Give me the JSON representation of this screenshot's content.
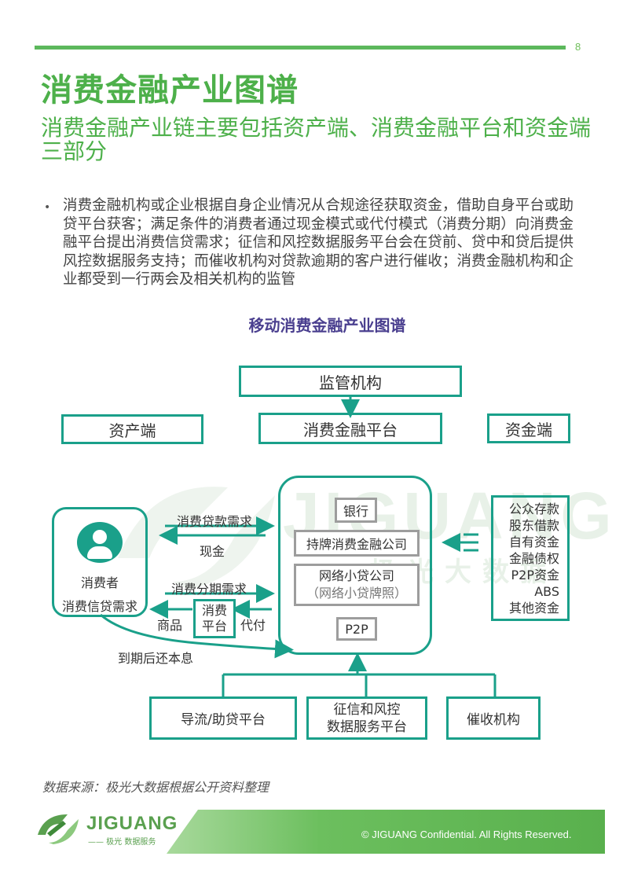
{
  "page_number": "8",
  "title": "消费金融产业图谱",
  "subtitle": "消费金融产业链主要包括资产端、消费金融平台和资金端三部分",
  "bullet": "消费金融机构或企业根据自身企业情况从合规途径获取资金，借助自身平台或助贷平台获客；满足条件的消费者通过现金模式或代付模式（消费分期）向消费金融平台提出消费信贷需求；征信和风控数据服务平台会在贷前、贷中和贷后提供风控数据服务支持；而催收机构对贷款逾期的客户进行催收；消费金融机构和企业都受到一行两会及相关机构的监管",
  "diagram": {
    "title": "移动消费金融产业图谱",
    "regulator": "监管机构",
    "asset_side": "资产端",
    "platform": "消费金融平台",
    "fund_side": "资金端",
    "consumer_line1": "消费者",
    "consumer_line2": "消费信贷需求",
    "loan_demand": "消费贷款需求",
    "cash": "现金",
    "installment_demand": "消费分期需求",
    "goods": "商品",
    "consumer_platform_l1": "消费",
    "consumer_platform_l2": "平台",
    "pay_on_behalf": "代付",
    "repay": "到期后还本息",
    "bank": "银行",
    "licensed_company": "持牌消费金融公司",
    "online_loan_l1": "网络小贷公司",
    "online_loan_l2": "（网络小贷牌照）",
    "p2p": "P2P",
    "funds": [
      "公众存款",
      "股东借款",
      "自有资金",
      "金融债权",
      "P2P资金",
      "ABS",
      "其他资金"
    ],
    "diversion": "导流/助贷平台",
    "credit_l1": "征信和风控",
    "credit_l2": "数据服务平台",
    "collection": "催收机构",
    "watermark_en": "JIGUANG",
    "watermark_cn": "极光大数据"
  },
  "source": "数据来源：极光大数据根据公开资料整理",
  "footer": {
    "logo": "JIGUANG",
    "logo_sub": "—— 极光 数据服务",
    "copyright": "© JIGUANG Confidential. All Rights Reserved."
  },
  "colors": {
    "green": "#4db04a",
    "teal": "#1aa08a",
    "gray": "#9d9d9d",
    "purple": "#4a3f8f"
  }
}
